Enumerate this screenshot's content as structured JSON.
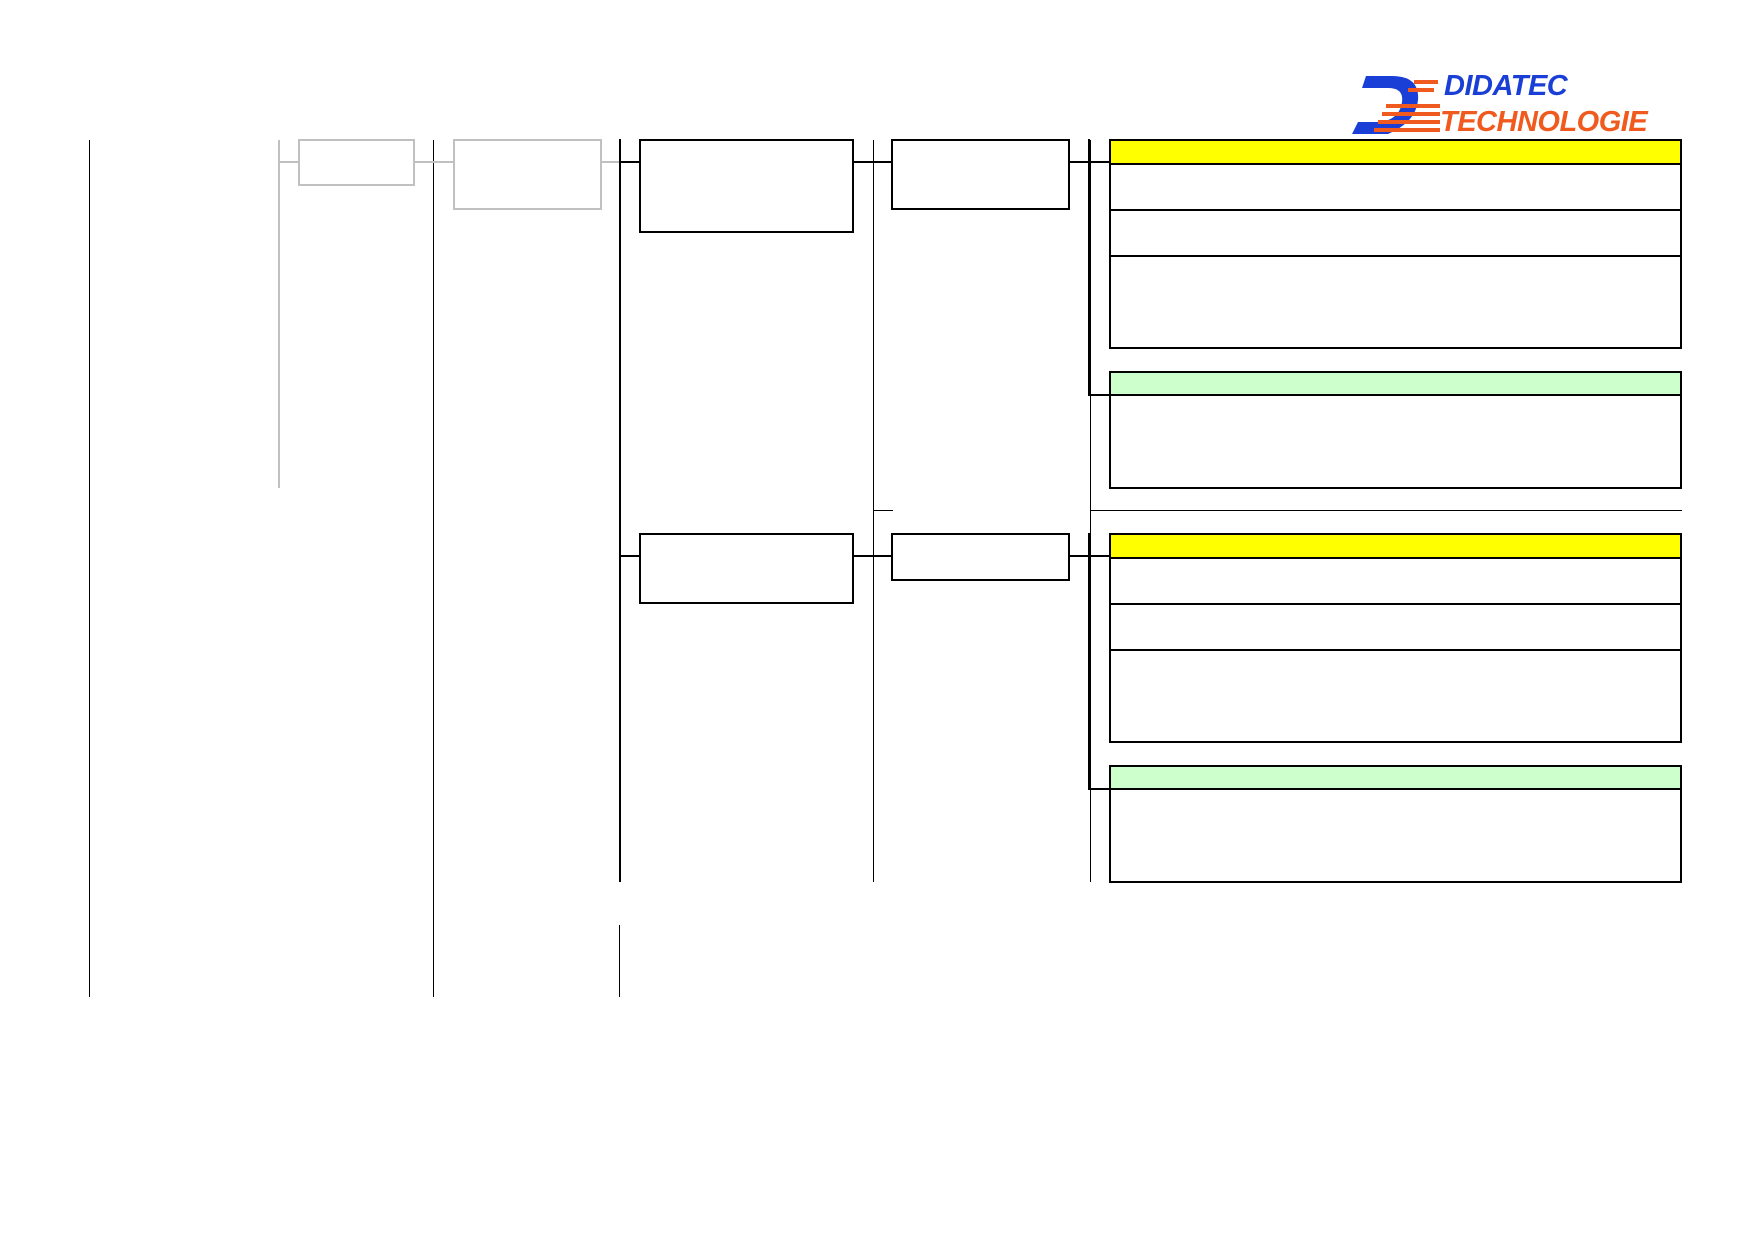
{
  "logo": {
    "line1": "DIDATEC",
    "line2": "TECHNOLOGIE",
    "line1_color": "#1a3fd6",
    "line2_color": "#f05a1e"
  },
  "colors": {
    "header_yellow": "#ffff00",
    "header_green": "#ccffcc",
    "line_black": "#000000",
    "line_gray": "#c0c0c0"
  },
  "diagram": {
    "groups": [
      {
        "header_color": "yellow",
        "rows": 3,
        "note_color": "green"
      },
      {
        "header_color": "yellow",
        "rows": 3,
        "note_color": "green"
      }
    ]
  }
}
